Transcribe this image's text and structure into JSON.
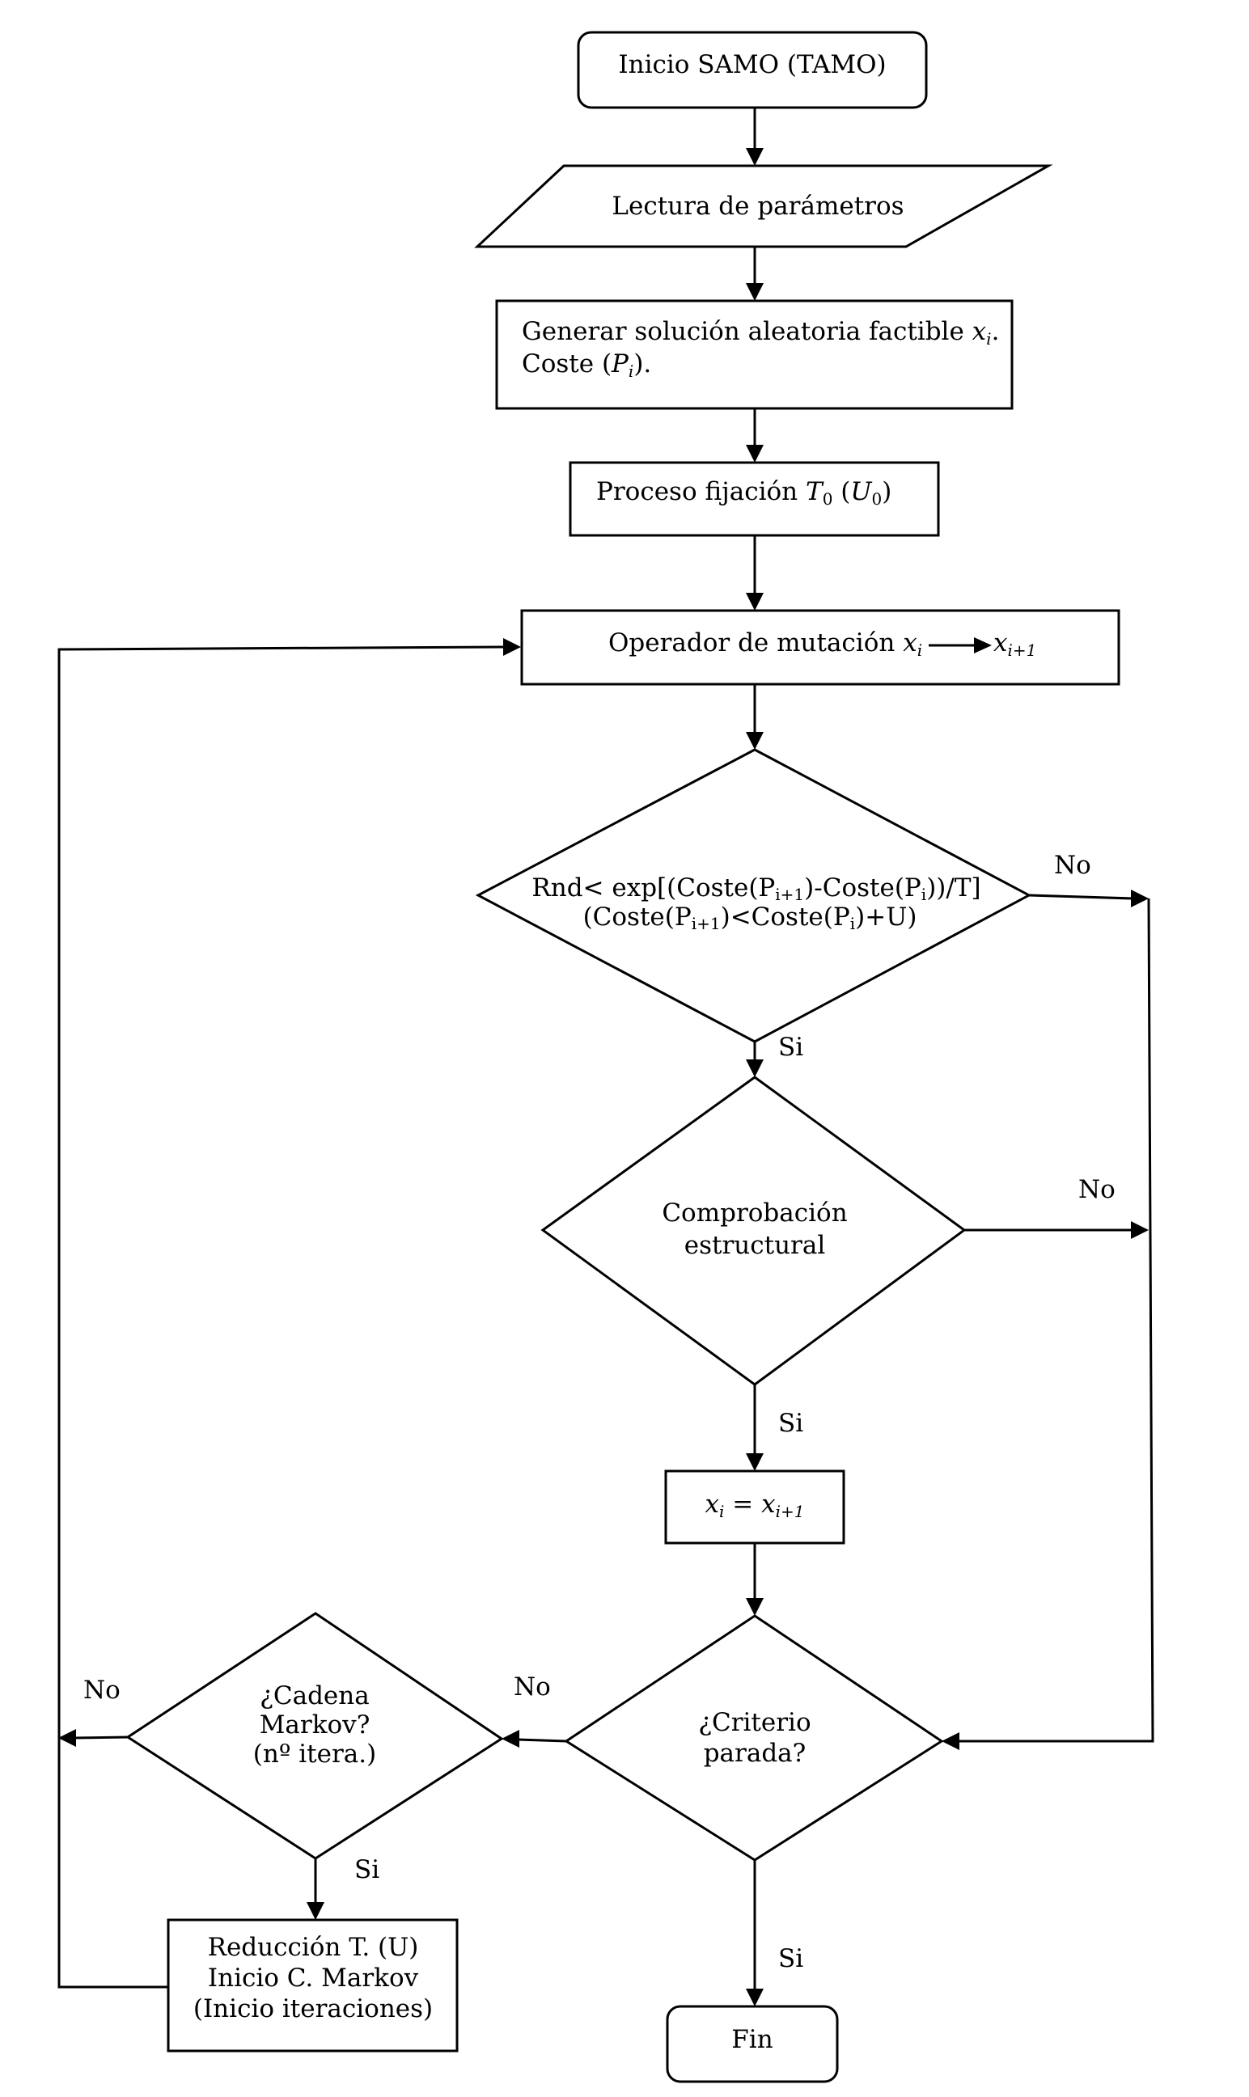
{
  "nodes": {
    "start": "Inicio SAMO (TAMO)",
    "read": "Lectura de parámetros",
    "generate": {
      "line1_pre": "Generar solución aleatoria factible ",
      "x": "x",
      "sub_i": "i",
      "line1_post": ".",
      "line2_pre": "Coste (",
      "p": "P",
      "line2_post": ")."
    },
    "fix": {
      "pre": "Proceso fijación ",
      "t": "T",
      "sub0": "0",
      "mid": " (",
      "u": "U",
      "post": ")"
    },
    "mutation": {
      "pre": "Operador de mutación ",
      "x": "x",
      "sub_i": "i",
      "x2": "x",
      "sub_i1": "i+1"
    },
    "accept": {
      "l1_a": "Rnd< exp[(Coste(P",
      "l1_s1": "i+1",
      "l1_b": ")-Coste(P",
      "l1_s2": "i",
      "l1_c": "))/T]",
      "l2_a": "(Coste(P",
      "l2_s1": "i+1",
      "l2_b": ")<Coste(P",
      "l2_s2": "i",
      "l2_c": ")+U)"
    },
    "check": {
      "line1": "Comprobación",
      "line2": "estructural"
    },
    "assign": {
      "x": "x",
      "sub_i": "i",
      "eq": " = ",
      "x2": "x",
      "sub_i1": "i+1"
    },
    "stop": {
      "line1": "¿Criterio",
      "line2": "parada?"
    },
    "markov": {
      "line1": "¿Cadena",
      "line2": "Markov?",
      "line3": "(nº itera.)"
    },
    "reduce": {
      "line1": "Reducción T. (U)",
      "line2": "Inicio C. Markov",
      "line3": "(Inicio iteraciones)"
    },
    "end": "Fin"
  },
  "labels": {
    "accept_no": "No",
    "accept_si": "Si",
    "check_no": "No",
    "check_si": "Si",
    "stop_no": "No",
    "stop_si": "Si",
    "markov_no": "No",
    "markov_si": "Si"
  }
}
